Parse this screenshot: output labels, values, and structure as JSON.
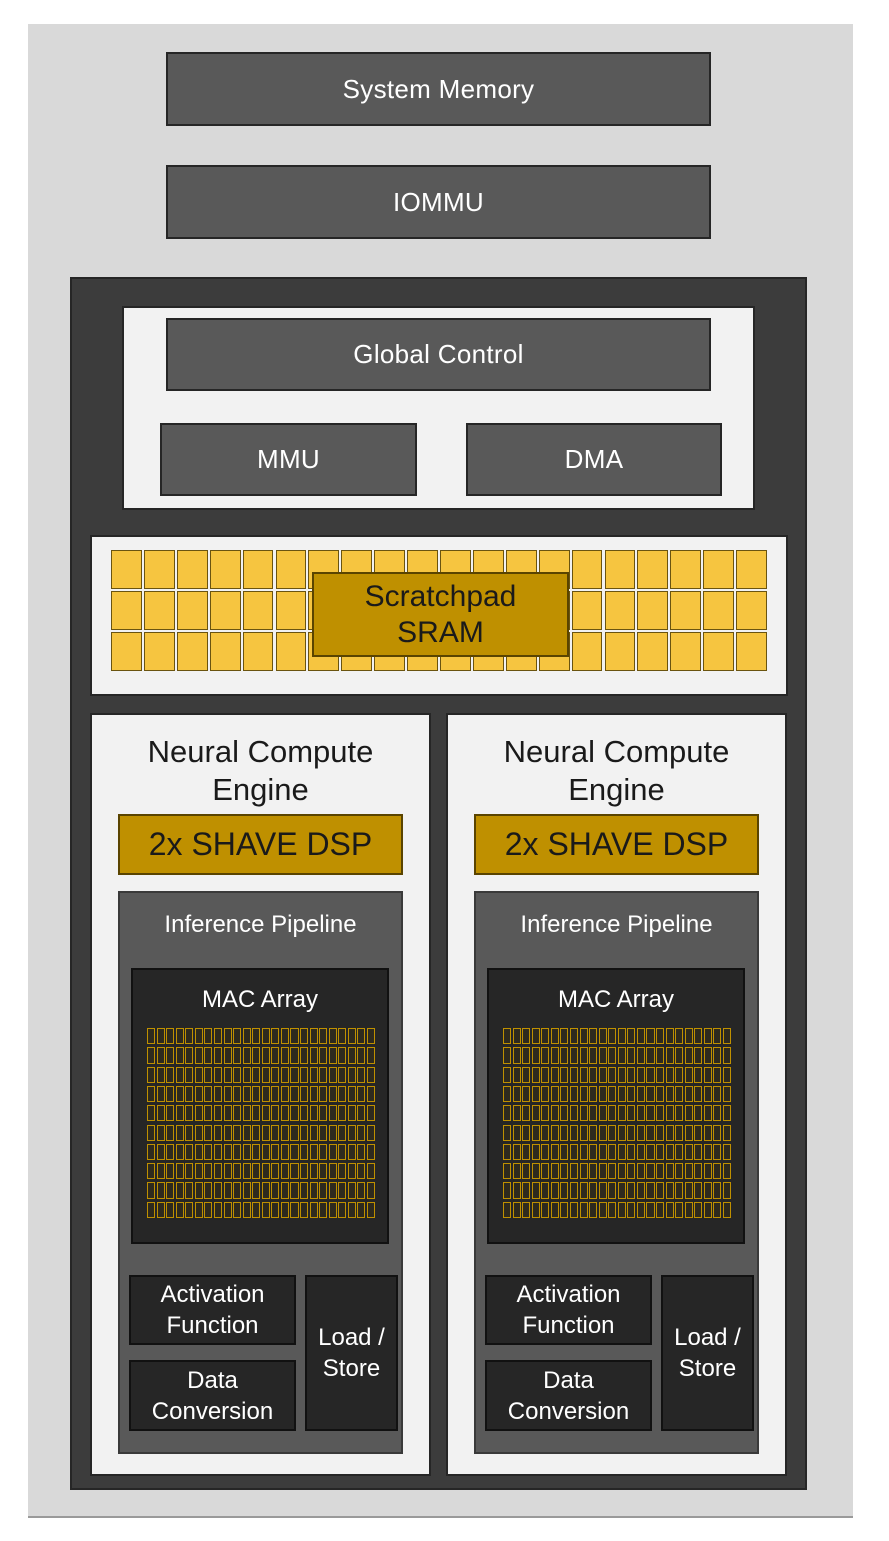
{
  "system_memory": "System Memory",
  "iommu": "IOMMU",
  "control": {
    "global_control": "Global Control",
    "mmu": "MMU",
    "dma": "DMA"
  },
  "sram": {
    "line1": "Scratchpad",
    "line2": "SRAM"
  },
  "engines": [
    {
      "title_line1": "Neural Compute",
      "title_line2": "Engine",
      "shave": "2x SHAVE DSP",
      "pipeline": "Inference Pipeline",
      "mac": "MAC Array",
      "activation": "Activation\nFunction",
      "conversion": "Data\nConversion",
      "load_store": "Load /\nStore"
    },
    {
      "title_line1": "Neural Compute",
      "title_line2": "Engine",
      "shave": "2x SHAVE DSP",
      "pipeline": "Inference Pipeline",
      "mac": "MAC Array",
      "activation": "Activation\nFunction",
      "conversion": "Data\nConversion",
      "load_store": "Load /\nStore"
    }
  ],
  "colors": {
    "dark_block": "#595959",
    "gold": "#bf9000",
    "sram_cell": "#f6c540",
    "light_panel": "#f2f2f2"
  }
}
